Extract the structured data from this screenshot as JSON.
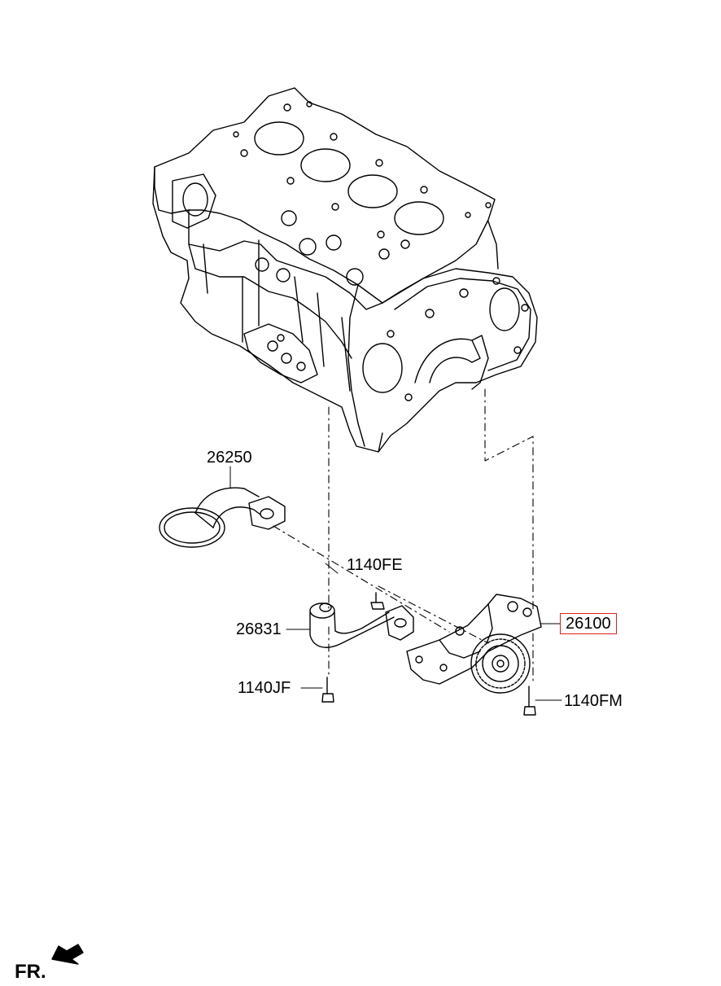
{
  "labels": {
    "oil_pan_gasket": "26250",
    "bolt_fe": "1140FE",
    "oil_strainer": "26831",
    "oil_pump": "26100",
    "bolt_jf": "1140JF",
    "bolt_fm": "1140FM"
  },
  "highlight_color": "#e0201c",
  "front_indicator": "FR."
}
